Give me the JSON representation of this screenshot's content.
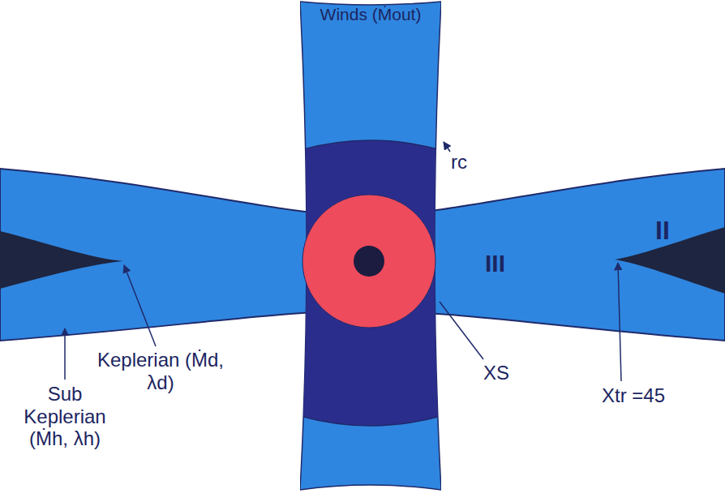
{
  "diagram": {
    "nodes": [
      {
        "text": [
          "Winds (Ṁout)"
        ]
      }
    ],
    "labels": [
      "rc",
      "II",
      "III",
      "XS",
      "Xtr =45",
      "Keplerian (Ṁd, λd)",
      "Sub Keplerian (Ṁh, λh)"
    ]
  }
}
